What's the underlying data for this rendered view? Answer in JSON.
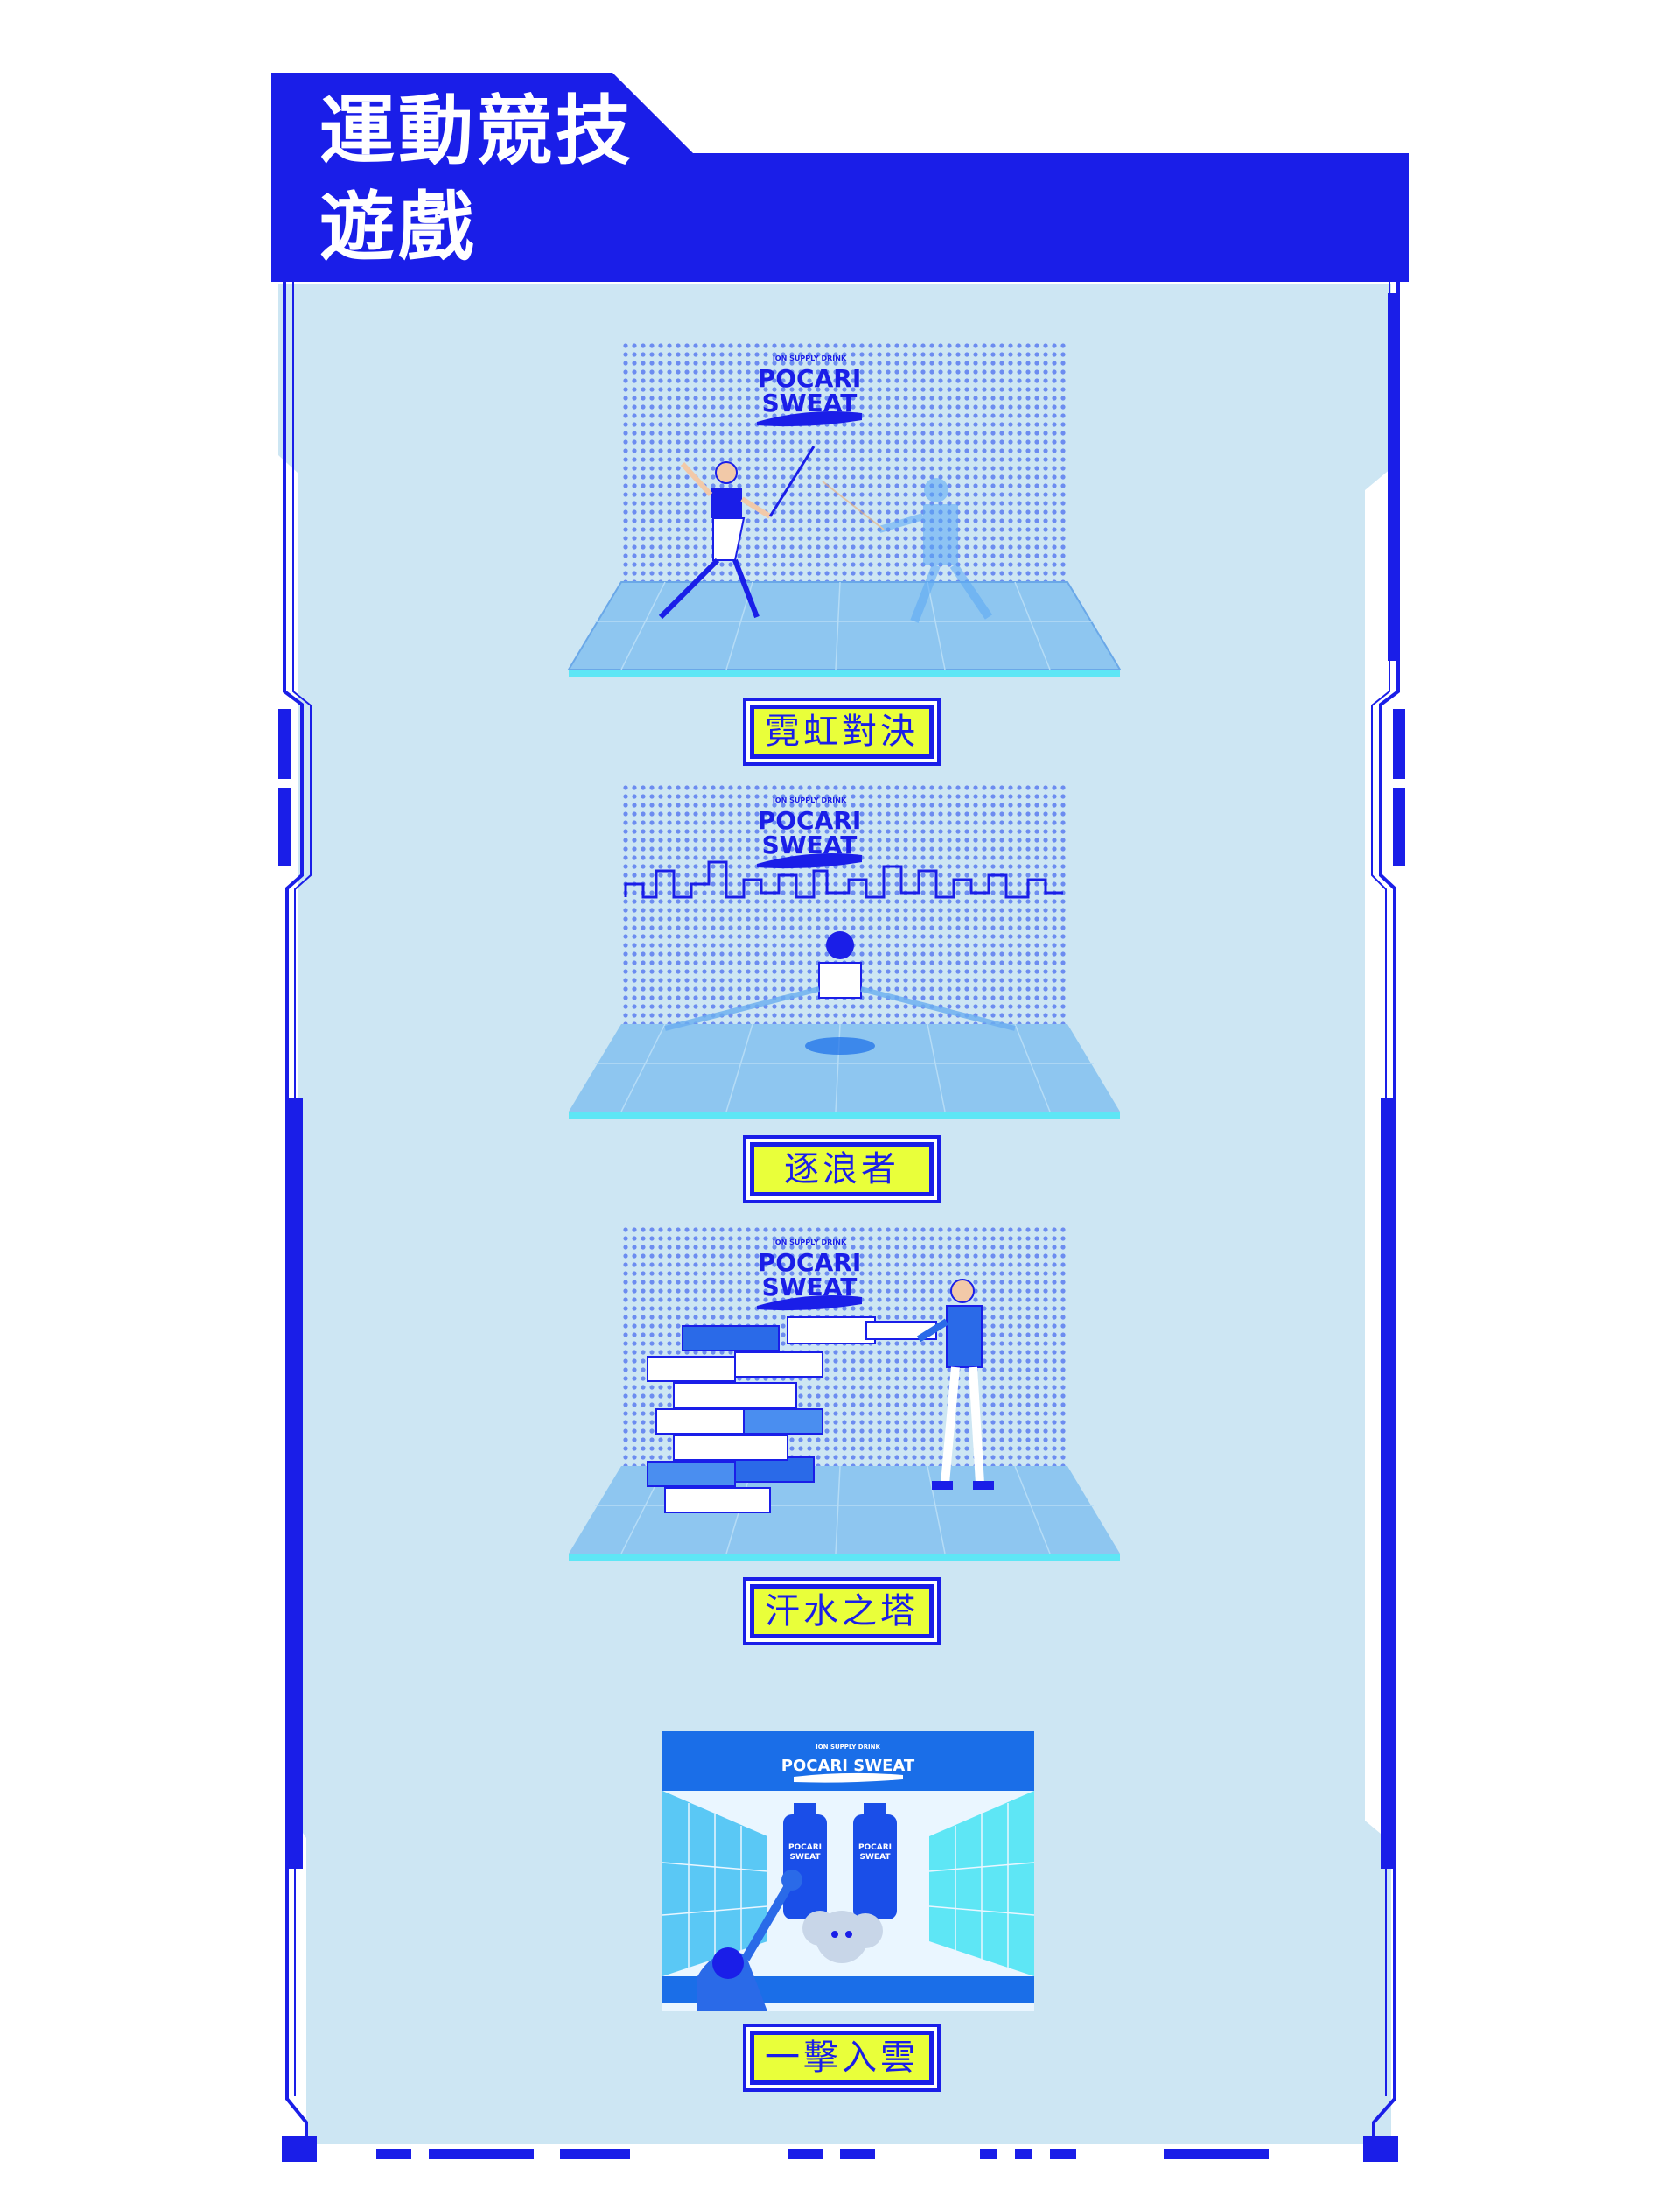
{
  "header": {
    "title_line1": "運動競技",
    "title_line2": "遊戲"
  },
  "brand": {
    "tagline": "ION SUPPLY DRINK",
    "line1": "POCARI",
    "line2": "SWEAT",
    "full": "POCARI SWEAT",
    "bottle_line1": "POCARI",
    "bottle_line2": "SWEAT"
  },
  "games": [
    {
      "label": "霓虹對決"
    },
    {
      "label": "逐浪者"
    },
    {
      "label": "汗水之塔"
    },
    {
      "label": "一擊入雲"
    }
  ],
  "colors": {
    "primary_blue": "#1a1ee8",
    "panel_light": "#cde6f3",
    "label_yellow": "#e9ff3a",
    "floor_blue": "#8ec6f0",
    "cyan": "#5ee6f5"
  }
}
